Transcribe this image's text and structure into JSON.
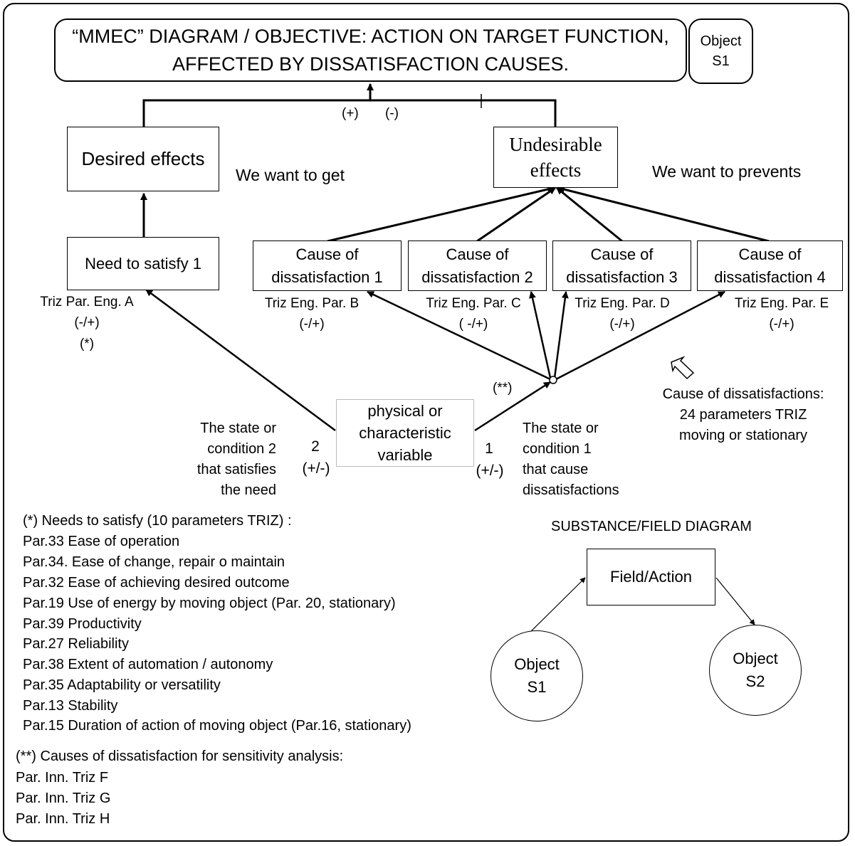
{
  "title": {
    "line1": "“MMEC”  DIAGRAM  / OBJECTIVE: ACTION ON TARGET FUNCTION,",
    "line2": "AFFECTED BY  DISSATISFACTION CAUSES."
  },
  "object_top": {
    "line1": "Object",
    "line2": "S1"
  },
  "signs": {
    "plus": "(+)",
    "minus": "(-)"
  },
  "desired": {
    "label": "Desired effects",
    "note": "We want to get"
  },
  "undesirable": {
    "line1": "Undesirable",
    "line2": "effects",
    "note": "We want to prevents"
  },
  "need": {
    "label": "Need to satisfy 1",
    "param": "Triz Par. Eng. A",
    "sign": "(-/+)",
    "mark": "(*)"
  },
  "causes": [
    {
      "line1": "Cause of",
      "line2": "dissatisfaction 1",
      "param": "Triz Eng. Par. B",
      "sign": "(-/+)"
    },
    {
      "line1": "Cause of",
      "line2": "dissatisfaction 2",
      "param": "Triz Eng. Par. C",
      "sign": "( -/+)"
    },
    {
      "line1": "Cause of",
      "line2": "dissatisfaction 3",
      "param": "Triz Eng. Par. D",
      "sign": "(-/+)"
    },
    {
      "line1": "Cause of",
      "line2": "dissatisfaction 4",
      "param": "Triz Eng. Par. E",
      "sign": "(-/+)"
    }
  ],
  "double_star": "(**)",
  "variable": {
    "line1": "physical or",
    "line2": "characteristic",
    "line3": "variable"
  },
  "state2": {
    "lines": [
      "The state or",
      "condition 2",
      "that  satisfies",
      "the need"
    ],
    "num": "2",
    "sign": "(+/-)"
  },
  "state1": {
    "lines": [
      "The state or",
      "condition 1",
      "that  cause",
      "dissatisfactions"
    ],
    "num": "1",
    "sign": "(+/-)"
  },
  "cause_note": {
    "lines": [
      "Cause of dissatisfactions:",
      "24 parameters TRIZ",
      "moving or stationary"
    ]
  },
  "needs_list": {
    "heading": "(*) Needs to satisfy (10 parameters TRIZ) :",
    "items": [
      "Par.33 Ease of operation",
      "Par.34. Ease of change, repair o maintain",
      "Par.32 Ease of achieving desired outcome",
      "Par.19 Use of energy by moving object  (Par. 20, stationary)",
      "Par.39 Productivity",
      "Par.27 Reliability",
      "Par.38 Extent of automation / autonomy",
      "Par.35 Adaptability or versatility",
      "Par.13 Stability",
      "Par.15 Duration of action of moving object (Par.16, stationary)"
    ]
  },
  "causes_list": {
    "heading": "(**) Causes of dissatisfaction for sensitivity analysis:",
    "items": [
      "Par. Inn. Triz F",
      "Par. Inn. Triz G",
      "Par. Inn. Triz H"
    ]
  },
  "sf_diagram": {
    "title": "SUBSTANCE/FIELD DIAGRAM",
    "field": "Field/Action",
    "s1": {
      "line1": "Object",
      "line2": "S1"
    },
    "s2": {
      "line1": "Object",
      "line2": "S2"
    }
  }
}
